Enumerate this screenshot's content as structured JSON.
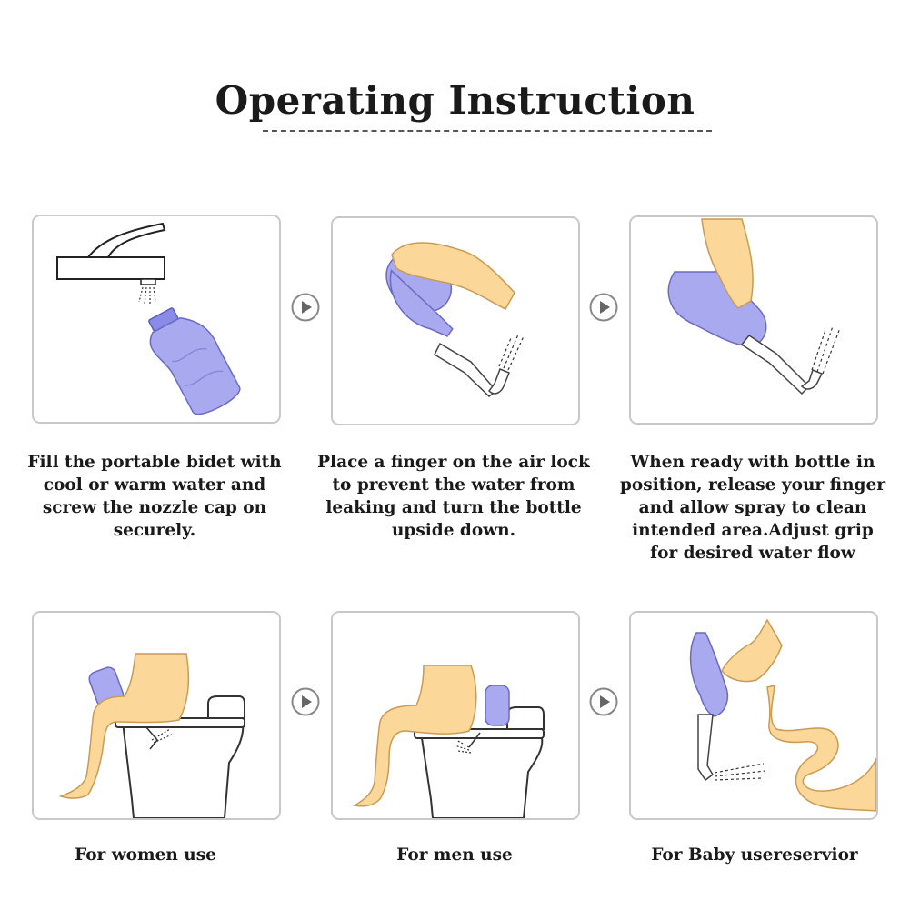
{
  "page_title": "Operating Instruction",
  "colors": {
    "bottle": "#a9a9f0",
    "bottle_outline": "#6a6ac0",
    "skin": "#fbd79a",
    "skin_outline": "#c99b55",
    "panel_border": "#c8c8c8"
  },
  "steps": [
    {
      "caption": "Fill the portable bidet with cool or warm water and screw the nozzle cap on securely."
    },
    {
      "caption": "Place a finger on the air lock to prevent the water from leaking and turn the bottle upside down."
    },
    {
      "caption": "When ready with bottle in position, release your finger and allow spray to clean intended area.Adjust grip for desired water flow"
    }
  ],
  "uses": [
    {
      "caption": "For women use"
    },
    {
      "caption": "For men use"
    },
    {
      "caption": "For Baby usereservior"
    }
  ],
  "icons": [
    "next-arrow-icon"
  ]
}
